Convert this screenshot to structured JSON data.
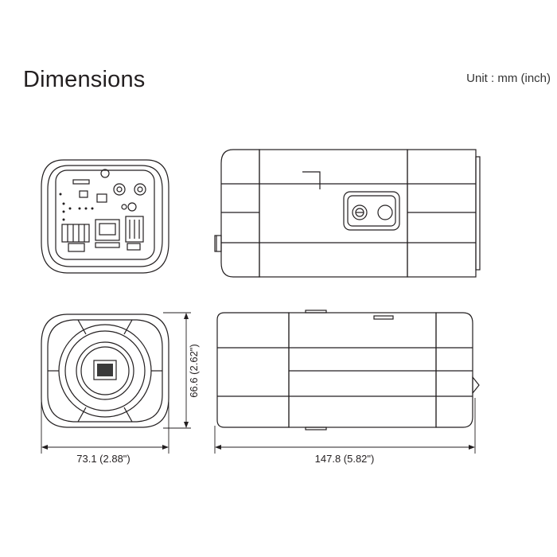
{
  "title": "Dimensions",
  "unit_label": "Unit : mm (inch)",
  "dimensions": {
    "width": "73.1 (2.88\")",
    "height": "66.6 (2.62\")",
    "length": "147.8 (5.82\")"
  },
  "colors": {
    "line": "#231f20",
    "body_light": "#e6e6e6",
    "body_dark": "#8d8d8d",
    "body_mid": "#d0d0d0"
  },
  "views": [
    "rear-view",
    "top-view",
    "front-view",
    "side-view"
  ]
}
